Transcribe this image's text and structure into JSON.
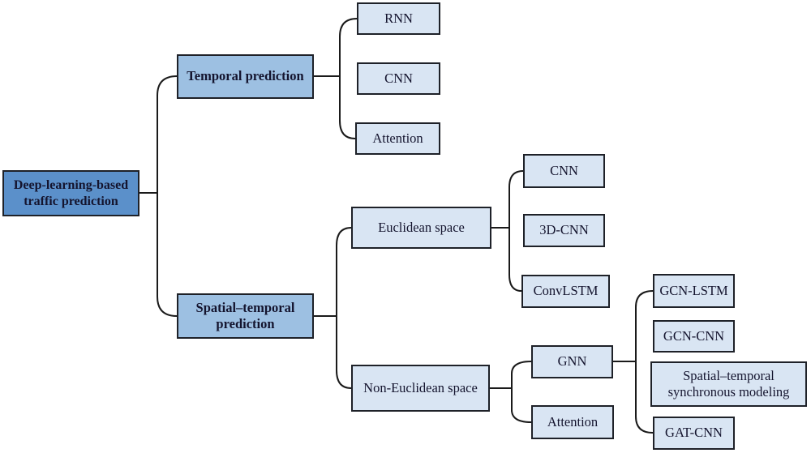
{
  "colors": {
    "root_fill": "#5b90ca",
    "branch_fill": "#9dc0e2",
    "leaf_fill": "#d9e5f3",
    "border": "#1e2128",
    "text": "#14142e",
    "line": "#1a1a1a",
    "background": "#ffffff"
  },
  "nodes": {
    "root": {
      "label": "Deep-learning-based\ntraffic prediction"
    },
    "temporal": {
      "label": "Temporal prediction"
    },
    "spatial": {
      "label": "Spatial–temporal\nprediction"
    },
    "rnn": {
      "label": "RNN"
    },
    "cnn_temporal": {
      "label": "CNN"
    },
    "attention_temporal": {
      "label": "Attention"
    },
    "euclidean": {
      "label": "Euclidean space"
    },
    "non_euclidean": {
      "label": "Non-Euclidean space"
    },
    "cnn_euclidean": {
      "label": "CNN"
    },
    "cnn_3d": {
      "label": "3D-CNN"
    },
    "convlstm": {
      "label": "ConvLSTM"
    },
    "gnn": {
      "label": "GNN"
    },
    "attention_non_euclidean": {
      "label": "Attention"
    },
    "gcn_lstm": {
      "label": "GCN-LSTM"
    },
    "gcn_cnn": {
      "label": "GCN-CNN"
    },
    "st_sync": {
      "label": "Spatial–temporal\nsynchronous modeling"
    },
    "gat_cnn": {
      "label": "GAT-CNN"
    }
  },
  "edges": [
    [
      "root",
      "temporal"
    ],
    [
      "root",
      "spatial"
    ],
    [
      "temporal",
      "rnn"
    ],
    [
      "temporal",
      "cnn_temporal"
    ],
    [
      "temporal",
      "attention_temporal"
    ],
    [
      "spatial",
      "euclidean"
    ],
    [
      "spatial",
      "non_euclidean"
    ],
    [
      "euclidean",
      "cnn_euclidean"
    ],
    [
      "euclidean",
      "cnn_3d"
    ],
    [
      "euclidean",
      "convlstm"
    ],
    [
      "non_euclidean",
      "gnn"
    ],
    [
      "non_euclidean",
      "attention_non_euclidean"
    ],
    [
      "gnn",
      "gcn_lstm"
    ],
    [
      "gnn",
      "gcn_cnn"
    ],
    [
      "gnn",
      "st_sync"
    ],
    [
      "gnn",
      "gat_cnn"
    ]
  ]
}
